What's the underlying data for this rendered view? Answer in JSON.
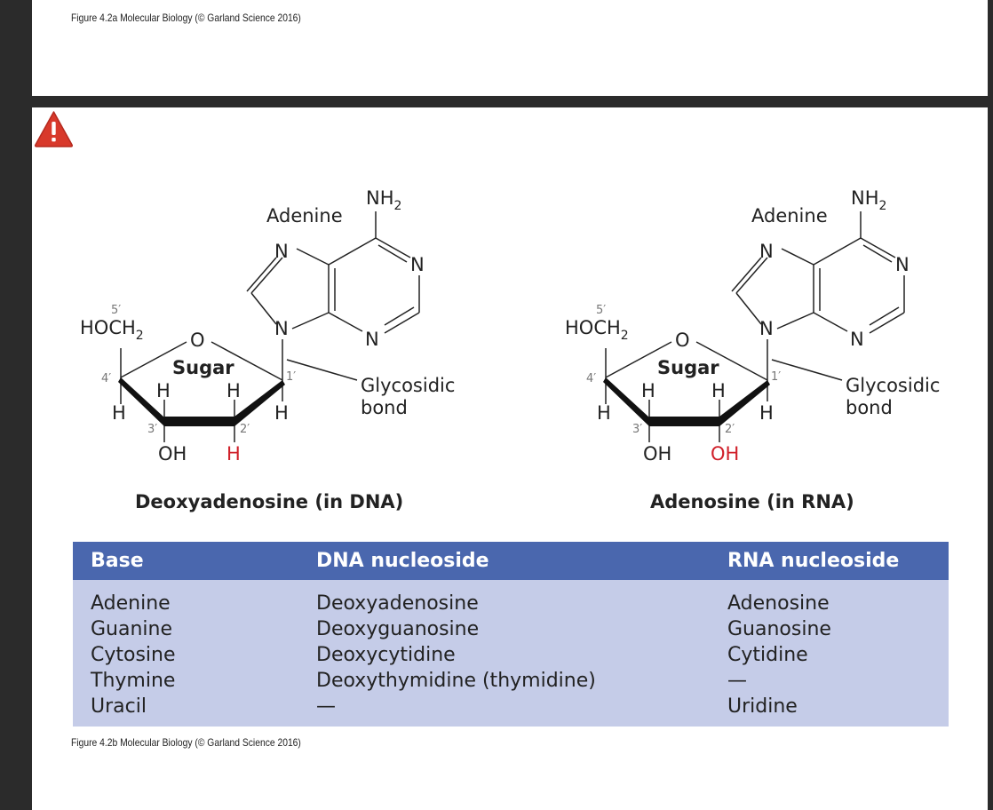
{
  "figure_a_caption": "Figure 4.2a Molecular Biology (© Garland Science 2016)",
  "figure_b_caption": "Figure 4.2b Molecular Biology (© Garland Science 2016)",
  "warning_icon": "warning-triangle-icon",
  "structures": [
    {
      "name": "Deoxyadenosine (in DNA)",
      "base_label": "Adenine",
      "nh2": "NH",
      "nh2_sub": "2",
      "hoch2": "HOCH",
      "hoch2_sub": "2",
      "sugar": "Sugar",
      "ring_o": "O",
      "glycosidic": "Glycosidic",
      "bond": "bond",
      "c2_group": "H",
      "c3_group": "OH",
      "pos5": "5′",
      "pos4": "4′",
      "pos3": "3′",
      "pos2": "2′",
      "pos1": "1′",
      "n": "N",
      "h": "H"
    },
    {
      "name": "Adenosine (in RNA)",
      "base_label": "Adenine",
      "nh2": "NH",
      "nh2_sub": "2",
      "hoch2": "HOCH",
      "hoch2_sub": "2",
      "sugar": "Sugar",
      "ring_o": "O",
      "glycosidic": "Glycosidic",
      "bond": "bond",
      "c2_group": "OH",
      "c3_group": "OH",
      "pos5": "5′",
      "pos4": "4′",
      "pos3": "3′",
      "pos2": "2′",
      "pos1": "1′",
      "n": "N",
      "h": "H"
    }
  ],
  "highlight_color": "#d0202a",
  "table": {
    "headers": [
      "Base",
      "DNA nucleoside",
      "RNA nucleoside"
    ],
    "header_color": "#4a67ae",
    "body_color": "#c5cce8",
    "bases": [
      "Adenine",
      "Guanine",
      "Cytosine",
      "Thymine",
      "Uracil"
    ],
    "dna": [
      "Deoxyadenosine",
      "Deoxyguanosine",
      "Deoxycytidine",
      "Deoxythymidine (thymidine)",
      "—"
    ],
    "rna": [
      "Adenosine",
      "Guanosine",
      "Cytidine",
      "—",
      "Uridine"
    ]
  }
}
